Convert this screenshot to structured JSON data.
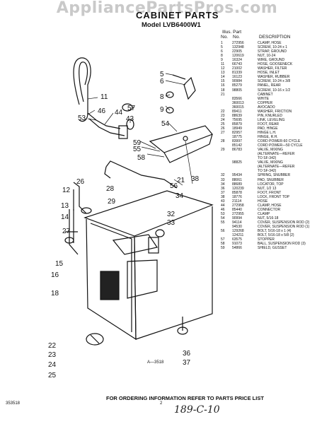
{
  "watermark": "AppliancePartsPros.com",
  "header": {
    "title": "CABINET PARTS",
    "model": "Model LVB6400W1"
  },
  "parts_list_header": {
    "illus_part": "Illus. Part",
    "no": "No.",
    "part_no": "No.",
    "description": "DESCRIPTION"
  },
  "parts": [
    {
      "no": "1",
      "part": "272956",
      "desc": "CLAMP, HOSE"
    },
    {
      "no": "5",
      "part": "132948",
      "desc": "SCREW, 10-24 x 1"
    },
    {
      "no": "6",
      "part": "22905",
      "desc": "STRAP, GROUND"
    },
    {
      "no": "8",
      "part": "120619",
      "desc": "NUT, 10-24"
    },
    {
      "no": "9",
      "part": "16324",
      "desc": "WIRE, GROUND"
    },
    {
      "no": "11",
      "part": "66743",
      "desc": "HOSE, GOOSENECK"
    },
    {
      "no": "12",
      "part": "21002",
      "desc": "WASHER, FILTER"
    },
    {
      "no": "13",
      "part": "81339",
      "desc": "HOSE, INLET"
    },
    {
      "no": "14",
      "part": "16123",
      "desc": "WASHER, RUBBER"
    },
    {
      "no": "15",
      "part": "90984",
      "desc": "SCREW, 10-24 x 3/8"
    },
    {
      "no": "16",
      "part": "85279",
      "desc": "PANEL, REAR"
    },
    {
      "no": "18",
      "part": "98805",
      "desc": "SCREW, 10-16 x 1/2"
    },
    {
      "no": "21",
      "part": "",
      "desc": "CABINET"
    },
    {
      "no": "",
      "part": "83566",
      "desc": "WHITE"
    },
    {
      "no": "",
      "part": "360013",
      "desc": "COPPER"
    },
    {
      "no": "",
      "part": "360015",
      "desc": "AVOCADO"
    },
    {
      "no": "22",
      "part": "89411",
      "desc": "WASHER, FRICTION"
    },
    {
      "no": "23",
      "part": "88639",
      "desc": "PIN, KNURLED"
    },
    {
      "no": "24",
      "part": "75695",
      "desc": "LINK, LEVELING"
    },
    {
      "no": "25",
      "part": "85879",
      "desc": "FOOT, REAR"
    },
    {
      "no": "26",
      "part": "18949",
      "desc": "PAD, HINGE"
    },
    {
      "no": "27",
      "part": "82957",
      "desc": "HINGE L.H."
    },
    {
      "no": "",
      "part": "18775",
      "desc": "HINGE, R.H."
    },
    {
      "no": "28",
      "part": "83997",
      "desc": "CORD POWER-60 CYCLE"
    },
    {
      "no": "",
      "part": "85142",
      "desc": "CORD POWER—50 CYCLE"
    },
    {
      "no": "29",
      "part": "86783",
      "desc": "VALVE, MIXING"
    },
    {
      "no": "",
      "part": "",
      "desc": "(ALTERNATE—REFER"
    },
    {
      "no": "",
      "part": "",
      "desc": "TO SF-342)"
    },
    {
      "no": "",
      "part": "98825",
      "desc": "VALVE, MIXING"
    },
    {
      "no": "",
      "part": "",
      "desc": "(ALTERNATE—REFER"
    },
    {
      "no": "",
      "part": "",
      "desc": "TO SF-342)"
    },
    {
      "no": "32",
      "part": "95434",
      "desc": "SPRING, SNUBBER"
    },
    {
      "no": "33",
      "part": "88061",
      "desc": "PAD, SNUBBER"
    },
    {
      "no": "34",
      "part": "88689",
      "desc": "LOCATOR, TOP"
    },
    {
      "no": "36",
      "part": "120239",
      "desc": "NUT, 1/2 13"
    },
    {
      "no": "37",
      "part": "85878",
      "desc": "FOOT, FRONT"
    },
    {
      "no": "38",
      "part": "18776",
      "desc": "LOCK, FRONT TOP"
    },
    {
      "no": "43",
      "part": "21114",
      "desc": "HOSE"
    },
    {
      "no": "44",
      "part": "272958",
      "desc": "CLAMP, HOSE"
    },
    {
      "no": "46",
      "part": "85440",
      "desc": "CONNECTOR"
    },
    {
      "no": "53",
      "part": "272955",
      "desc": "CLAMP"
    },
    {
      "no": "54",
      "part": "90994",
      "desc": "NUT, 5/16-18"
    },
    {
      "no": "55",
      "part": "94114",
      "desc": "COVER, SUSPENSION ROD (2)"
    },
    {
      "no": "",
      "part": "94530",
      "desc": "COVER, SUSPENSION ROD (1)"
    },
    {
      "no": "56",
      "part": "129268",
      "desc": "BOLT, 5/16-18 x 1 (4)"
    },
    {
      "no": "",
      "part": "124211",
      "desc": "BOLT, 5/16-18 x 5/8 (2)"
    },
    {
      "no": "57",
      "part": "63575",
      "desc": "STOPPER"
    },
    {
      "no": "58",
      "part": "91073",
      "desc": "BALL, SUSPENSION ROD (3)"
    },
    {
      "no": "59",
      "part": "54866",
      "desc": "SHIELD, GUSSET"
    }
  ],
  "callouts": [
    "5",
    "6",
    "8",
    "9",
    "11",
    "46",
    "44",
    "43",
    "53",
    "57",
    "59",
    "54",
    "55",
    "58",
    "21",
    "38",
    "56",
    "34",
    "26",
    "28",
    "29",
    "12",
    "13",
    "14",
    "27",
    "32",
    "33",
    "15",
    "16",
    "18",
    "22",
    "23",
    "24",
    "25",
    "36",
    "37"
  ],
  "figure_number": "A—3518",
  "order_note": "FOR ORDERING INFORMATION REFER TO PARTS PRICE LIST",
  "page_number": "2",
  "doc_number": "353518",
  "handwritten_code": "189-C-10"
}
